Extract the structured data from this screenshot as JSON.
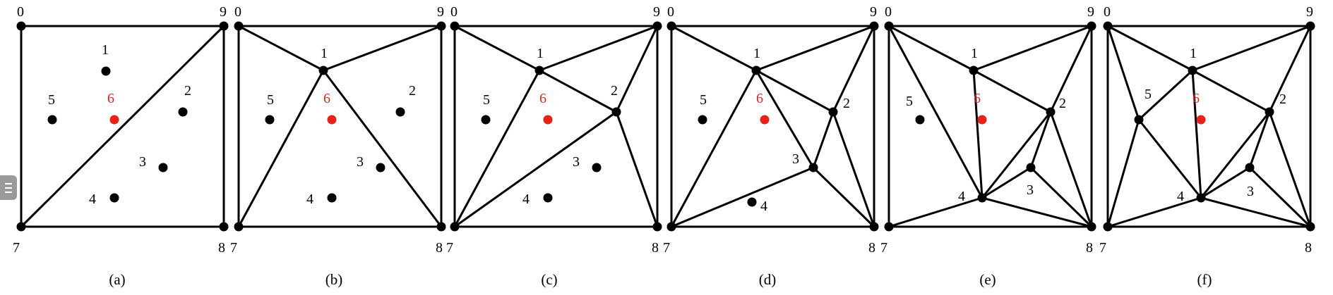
{
  "highlight_color": "#e8221b",
  "text_color": "#000000",
  "side_handle_icon": "menu-lines-icon",
  "panels": [
    {
      "caption": "(a)",
      "labels": [
        "0",
        "1",
        "2",
        "3",
        "4",
        "5",
        "6",
        "7",
        "8",
        "9"
      ],
      "highlighted": "6",
      "edges": [
        [
          "0",
          "9"
        ],
        [
          "9",
          "8"
        ],
        [
          "8",
          "7"
        ],
        [
          "7",
          "0"
        ],
        [
          "7",
          "9"
        ]
      ]
    },
    {
      "caption": "(b)",
      "labels": [
        "0",
        "1",
        "2",
        "3",
        "4",
        "5",
        "6",
        "7",
        "8",
        "9"
      ],
      "highlighted": "6",
      "edges": [
        [
          "0",
          "9"
        ],
        [
          "9",
          "8"
        ],
        [
          "8",
          "7"
        ],
        [
          "7",
          "0"
        ],
        [
          "0",
          "1"
        ],
        [
          "1",
          "9"
        ],
        [
          "1",
          "7"
        ],
        [
          "1",
          "8"
        ]
      ]
    },
    {
      "caption": "(c)",
      "labels": [
        "0",
        "1",
        "2",
        "3",
        "4",
        "5",
        "6",
        "7",
        "8",
        "9"
      ],
      "highlighted": "6",
      "edges": [
        [
          "0",
          "9"
        ],
        [
          "9",
          "8"
        ],
        [
          "8",
          "7"
        ],
        [
          "7",
          "0"
        ],
        [
          "0",
          "1"
        ],
        [
          "1",
          "9"
        ],
        [
          "1",
          "7"
        ],
        [
          "1",
          "2"
        ],
        [
          "2",
          "9"
        ],
        [
          "2",
          "8"
        ],
        [
          "2",
          "7"
        ]
      ]
    },
    {
      "caption": "(d)",
      "labels": [
        "0",
        "1",
        "2",
        "3",
        "4",
        "5",
        "6",
        "7",
        "8",
        "9"
      ],
      "highlighted": "6",
      "edges": [
        [
          "0",
          "9"
        ],
        [
          "9",
          "8"
        ],
        [
          "8",
          "7"
        ],
        [
          "7",
          "0"
        ],
        [
          "0",
          "1"
        ],
        [
          "1",
          "9"
        ],
        [
          "1",
          "7"
        ],
        [
          "1",
          "2"
        ],
        [
          "2",
          "9"
        ],
        [
          "2",
          "8"
        ],
        [
          "1",
          "3"
        ],
        [
          "2",
          "3"
        ],
        [
          "3",
          "8"
        ],
        [
          "3",
          "7"
        ]
      ]
    },
    {
      "caption": "(e)",
      "labels": [
        "0",
        "1",
        "2",
        "3",
        "4",
        "5",
        "6",
        "7",
        "8",
        "9"
      ],
      "highlighted": "6",
      "edges": [
        [
          "0",
          "9"
        ],
        [
          "9",
          "8"
        ],
        [
          "8",
          "7"
        ],
        [
          "7",
          "0"
        ],
        [
          "0",
          "1"
        ],
        [
          "1",
          "9"
        ],
        [
          "0",
          "4"
        ],
        [
          "1",
          "4"
        ],
        [
          "1",
          "2"
        ],
        [
          "2",
          "9"
        ],
        [
          "2",
          "8"
        ],
        [
          "2",
          "3"
        ],
        [
          "2",
          "4"
        ],
        [
          "3",
          "4"
        ],
        [
          "3",
          "8"
        ],
        [
          "4",
          "8"
        ],
        [
          "4",
          "7"
        ]
      ]
    },
    {
      "caption": "(f)",
      "labels": [
        "0",
        "1",
        "2",
        "3",
        "4",
        "5",
        "6",
        "7",
        "8",
        "9"
      ],
      "highlighted": "6",
      "edges": [
        [
          "0",
          "9"
        ],
        [
          "9",
          "8"
        ],
        [
          "8",
          "7"
        ],
        [
          "7",
          "0"
        ],
        [
          "0",
          "1"
        ],
        [
          "1",
          "9"
        ],
        [
          "0",
          "5"
        ],
        [
          "5",
          "1"
        ],
        [
          "5",
          "4"
        ],
        [
          "5",
          "7"
        ],
        [
          "1",
          "4"
        ],
        [
          "1",
          "2"
        ],
        [
          "2",
          "9"
        ],
        [
          "2",
          "8"
        ],
        [
          "2",
          "3"
        ],
        [
          "2",
          "4"
        ],
        [
          "3",
          "4"
        ],
        [
          "3",
          "8"
        ],
        [
          "4",
          "8"
        ],
        [
          "4",
          "7"
        ]
      ]
    }
  ]
}
